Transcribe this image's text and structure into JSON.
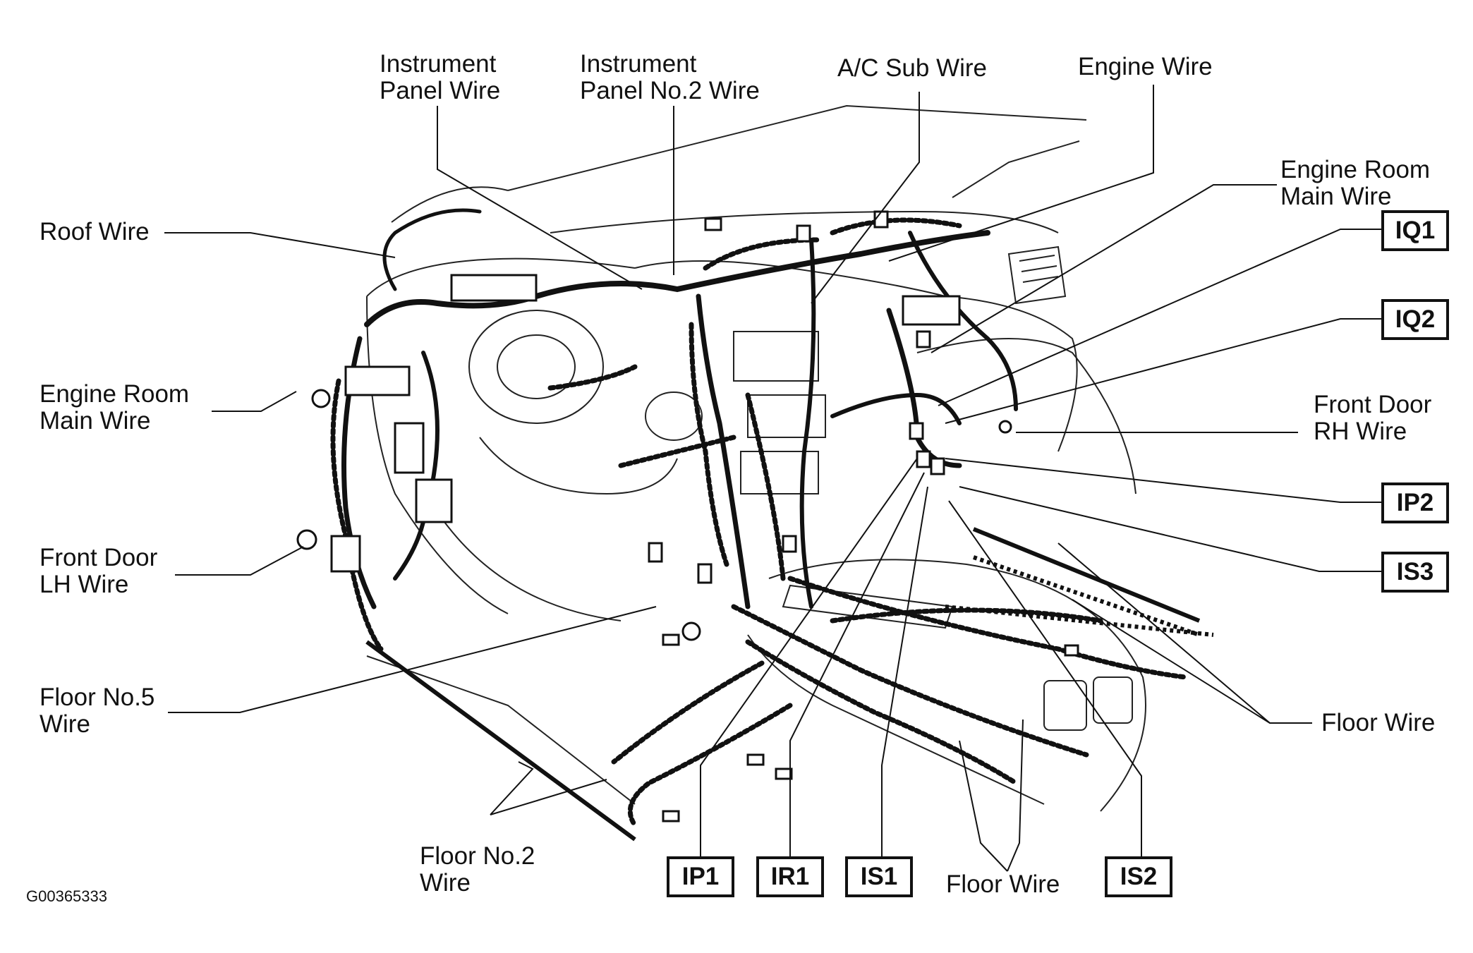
{
  "labels": {
    "instrument_panel_wire": [
      "Instrument",
      "Panel Wire"
    ],
    "instrument_panel_no2_wire": [
      "Instrument",
      "Panel No.2 Wire"
    ],
    "ac_sub_wire": [
      "A/C Sub Wire"
    ],
    "engine_wire": [
      "Engine Wire"
    ],
    "engine_room_main_wire_right": [
      "Engine Room",
      "Main Wire"
    ],
    "roof_wire": [
      "Roof Wire"
    ],
    "engine_room_main_wire_left": [
      "Engine Room",
      "Main Wire"
    ],
    "front_door_rh_wire": [
      "Front Door",
      "RH Wire"
    ],
    "front_door_lh_wire": [
      "Front Door",
      "LH Wire"
    ],
    "floor_no5_wire": [
      "Floor No.5",
      "Wire"
    ],
    "floor_wire_right": [
      "Floor Wire"
    ],
    "floor_no2_wire": [
      "Floor No.2",
      "Wire"
    ],
    "floor_wire_bottom": [
      "Floor Wire"
    ]
  },
  "connectors": {
    "iq1": "IQ1",
    "iq2": "IQ2",
    "ip2": "IP2",
    "is3": "IS3",
    "ip1": "IP1",
    "ir1": "IR1",
    "is1": "IS1",
    "is2": "IS2"
  },
  "figure_id": "G00365333",
  "colors": {
    "ink": "#111111",
    "background": "#ffffff"
  }
}
